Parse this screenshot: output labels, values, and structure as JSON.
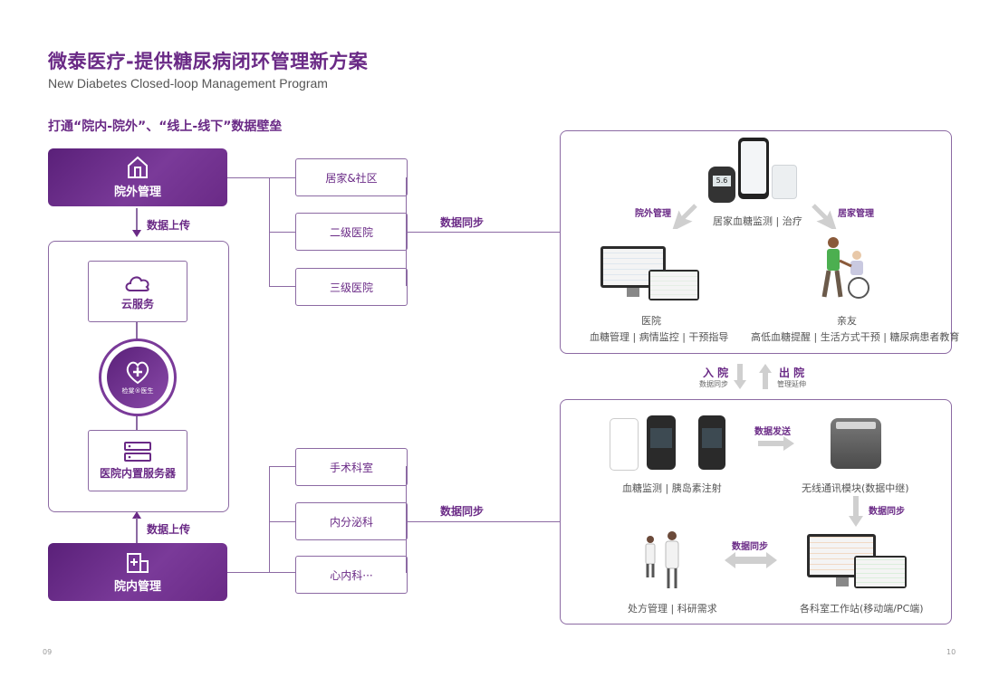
{
  "header": {
    "title": "微泰医疗-提供糖尿病闭环管理新方案",
    "subtitle": "New Diabetes Closed-loop Management Program",
    "section": "打通“院内-院外”、“线上-线下”数据壁垒"
  },
  "left": {
    "outside_mgmt": "院外管理",
    "inside_mgmt": "院内管理",
    "upload_top": "数据上传",
    "upload_bottom": "数据上传",
    "cloud": "云服务",
    "logo_text": "检棠®医生",
    "server": "医院内置服务器"
  },
  "departments": {
    "top": [
      "居家&社区",
      "二级医院",
      "三级医院"
    ],
    "bottom": [
      "手术科室",
      "内分泌科",
      "心内科···"
    ],
    "sync_top": "数据同步",
    "sync_bottom": "数据同步"
  },
  "panel_top": {
    "left_tag": "院外管理",
    "right_tag": "居家管理",
    "center_caption": "居家血糖监测 | 治疗",
    "hospital_label": "医院",
    "hospital_caption": "血糖管理 | 病情监控 | 干预指导",
    "family_label": "亲友",
    "family_caption": "高低血糖提醒 | 生活方式干预 | 糖尿病患者教育",
    "device_value": "5.6"
  },
  "middle": {
    "admit": "入 院",
    "admit_sub": "数据同步",
    "discharge": "出 院",
    "discharge_sub": "管理延伸"
  },
  "panel_bottom": {
    "devices_caption": "血糖监测 | 胰岛素注射",
    "send_tag": "数据发送",
    "wireless_caption": "无线通讯模块(数据中继)",
    "sync_down_tag": "数据同步",
    "sync_mid_tag": "数据同步",
    "prescription_caption": "处方管理 | 科研需求",
    "workstation_caption": "各科室工作站(移动端/PC端)"
  },
  "pages": {
    "left": "09",
    "right": "10"
  },
  "colors": {
    "brand_purple": "#6a2a86",
    "line": "#8c6aa3",
    "arrow_gray": "#cfcfcf"
  },
  "icons": [
    "home-icon",
    "hospital-cross-icon",
    "cloud-icon",
    "logo-heart-cross-icon",
    "server-icon"
  ]
}
